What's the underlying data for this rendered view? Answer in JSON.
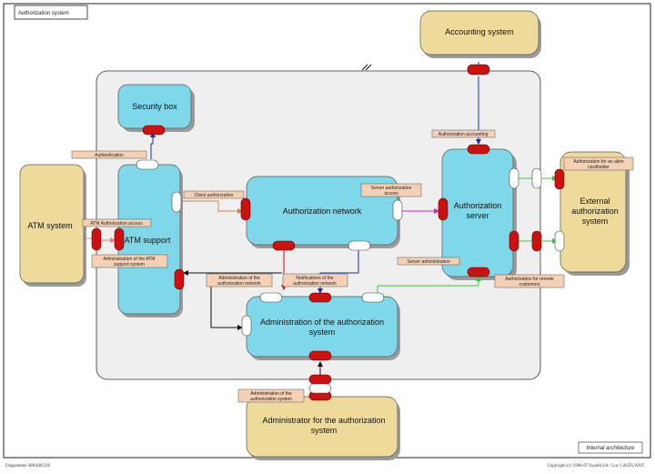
{
  "frame": {
    "title": "Authorization system",
    "footer_left": "Diagramme AMARCOS",
    "footer_right": "Copyright (c)   1996-07 Syseth SA / Luc CASTUANT",
    "corner_label": "Internal architecture"
  },
  "nodes": {
    "accounting_system": "Accounting system",
    "security_box": "Security box",
    "atm_system": "ATM system",
    "atm_support": "ATM support",
    "authorization_network": "Authorization network",
    "authorization_server_line1": "Authorization",
    "authorization_server_line2": "server",
    "external_line1": "External",
    "external_line2": "authorization",
    "external_line3": "system",
    "admin_line1": "Administration of the authorization",
    "admin_line2": "system",
    "administrator_line1": "Administrator for the authorization",
    "administrator_line2": "system"
  },
  "labels": {
    "authentication": "Authentication",
    "authorization_accounting": "Authorization accounting",
    "authorization_alien_line1": "Authorization for an alien",
    "authorization_alien_line2": "cardholder",
    "client_authorization": "Client authorization",
    "server_authorization_access_line1": "Server authorization",
    "server_authorization_access_line2": "access",
    "atm_authorization_access": "ATM Authorization access",
    "admin_atm_support_line1": "Administration of the ATM",
    "admin_atm_support_line2": "support system",
    "admin_network_line1": "Administration of the",
    "admin_network_line2": "authorization network",
    "notifications_line1": "Notifications of the",
    "notifications_line2": "authorization network",
    "server_administration": "Server administration",
    "authorization_remote_line1": "Authorization for remote",
    "authorization_remote_line2": "customers",
    "admin_system_line1": "Administration of the",
    "admin_system_line2": "authorization system"
  },
  "colors": {
    "external_fill": "#eedb9c",
    "internal_fill": "#7fd8ea",
    "boundary_fill": "#efefef",
    "label_fill": "#f5d0b4",
    "port_red": "#cc1111",
    "link_blue": "#1a2bb8",
    "link_orange": "#d8803a",
    "link_magenta": "#cc22cc",
    "link_pink": "#ff7070",
    "link_green": "#33cc33",
    "link_black": "#111111"
  }
}
